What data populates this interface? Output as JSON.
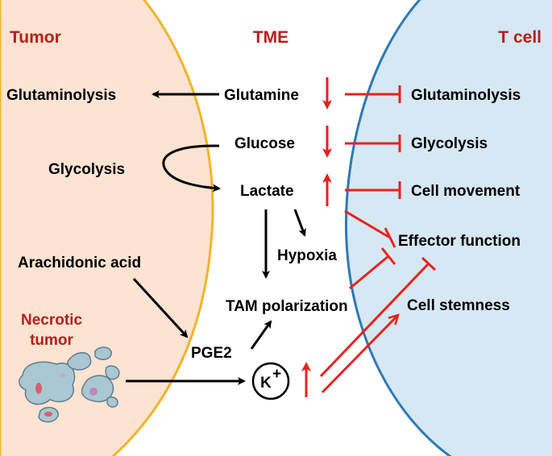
{
  "colors": {
    "tumor_fill": "#fde3d2",
    "tumor_border": "#f2b428",
    "tcell_fill": "#d6e8f3",
    "tcell_border": "#2f78b5",
    "header_red": "#b5201b",
    "red_arrow": "#e8211c",
    "black_arrow": "#000000"
  },
  "headers": {
    "tumor": "Tumor",
    "tme": "TME",
    "tcell": "T cell"
  },
  "tumor": {
    "glutaminolysis": "Glutaminolysis",
    "glycolysis": "Glycolysis",
    "arachidonic_acid": "Arachidonic acid",
    "necrotic_line1": "Necrotic",
    "necrotic_line2": "tumor"
  },
  "tme": {
    "glutamine": "Glutamine",
    "glucose": "Glucose",
    "lactate": "Lactate",
    "hypoxia": "Hypoxia",
    "tam_polarization": "TAM polarization",
    "pge2": "PGE2",
    "potassium_symbol": "K",
    "potassium_charge": "+"
  },
  "tcell": {
    "glutaminolysis": "Glutaminolysis",
    "glycolysis": "Glycolysis",
    "cell_movement": "Cell movement",
    "effector_function": "Effector function",
    "cell_stemness": "Cell stemness"
  }
}
